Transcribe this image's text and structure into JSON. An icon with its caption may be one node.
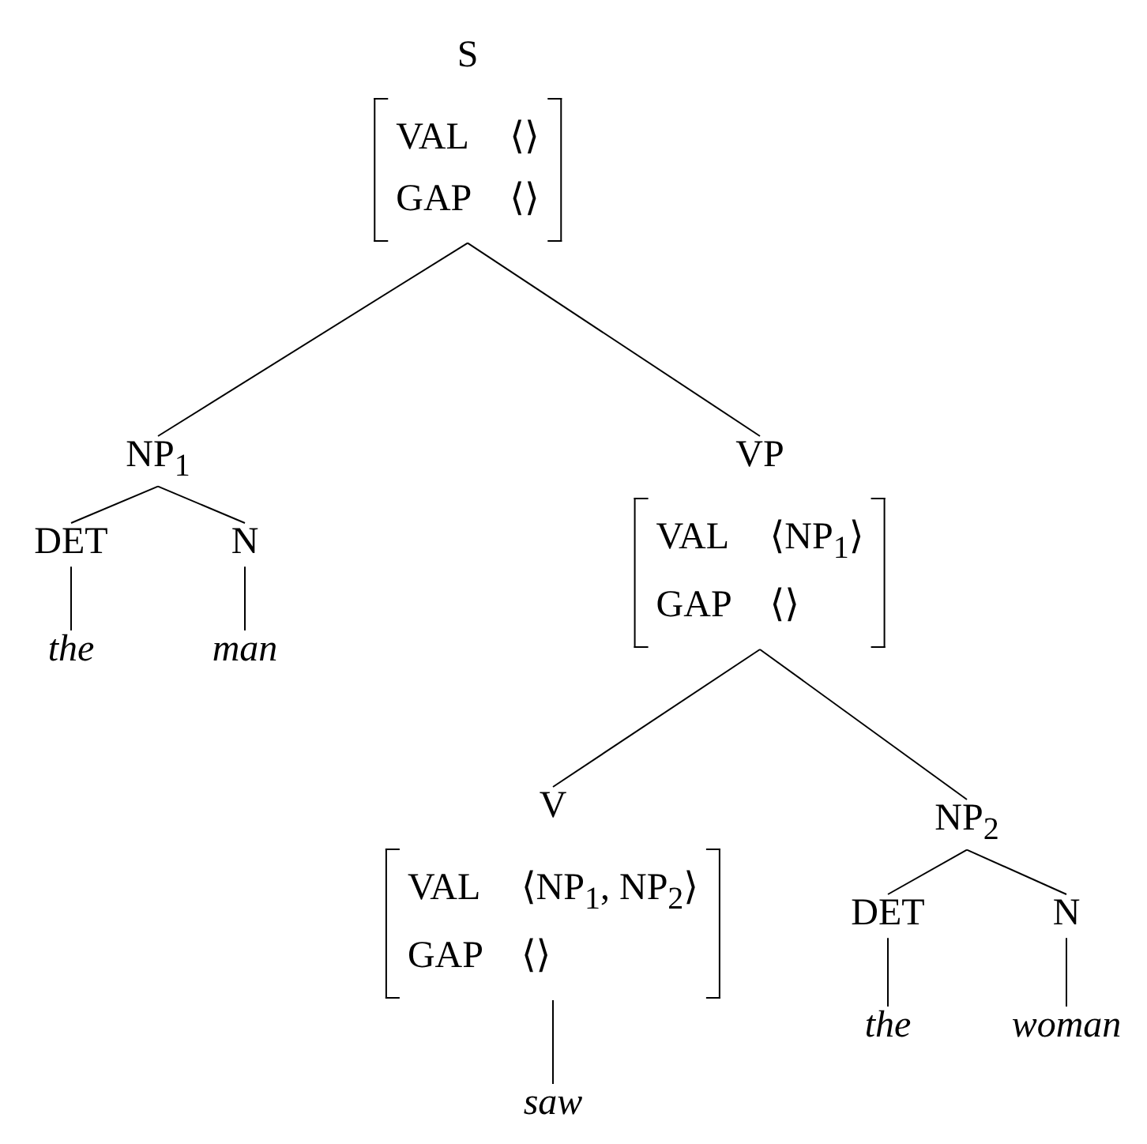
{
  "diagram": {
    "nodes": [
      {
        "text": [
          "S",
          "VAL",
          "⟨⟩",
          "GAP",
          "⟨⟩"
        ]
      },
      {
        "text": [
          "NP$_{1}$"
        ]
      },
      {
        "text": [
          "DET"
        ]
      },
      {
        "text": [
          "N"
        ]
      },
      {
        "text": [
          "the"
        ]
      },
      {
        "text": [
          "man"
        ]
      },
      {
        "text": [
          "VP",
          "VAL",
          "⟨NP$_{1}$⟩",
          "GAP",
          "⟨⟩"
        ]
      },
      {
        "text": [
          "V",
          "VAL",
          "⟨NP$_{1}$, NP$_{2}$⟩",
          "GAP",
          "⟨⟩"
        ]
      },
      {
        "text": [
          "NP$_{2}$"
        ]
      },
      {
        "text": [
          "DET"
        ]
      },
      {
        "text": [
          "N"
        ]
      },
      {
        "text": [
          "the"
        ]
      },
      {
        "text": [
          "woman"
        ]
      },
      {
        "text": [
          "saw"
        ]
      }
    ],
    "edges": [
      {
        "from": 0,
        "to": 1,
        "arrow": "none"
      },
      {
        "from": 0,
        "to": 6,
        "arrow": "none"
      },
      {
        "from": 1,
        "to": 2,
        "arrow": "none"
      },
      {
        "from": 1,
        "to": 3,
        "arrow": "none"
      },
      {
        "from": 2,
        "to": 4,
        "arrow": "none"
      },
      {
        "from": 3,
        "to": 5,
        "arrow": "none"
      },
      {
        "from": 6,
        "to": 7,
        "arrow": "none"
      },
      {
        "from": 6,
        "to": 8,
        "arrow": "none"
      },
      {
        "from": 7,
        "to": 13,
        "arrow": "none"
      },
      {
        "from": 8,
        "to": 9,
        "arrow": "none"
      },
      {
        "from": 8,
        "to": 10,
        "arrow": "none"
      },
      {
        "from": 9,
        "to": 11,
        "arrow": "none"
      },
      {
        "from": 10,
        "to": 12,
        "arrow": "none"
      }
    ]
  }
}
